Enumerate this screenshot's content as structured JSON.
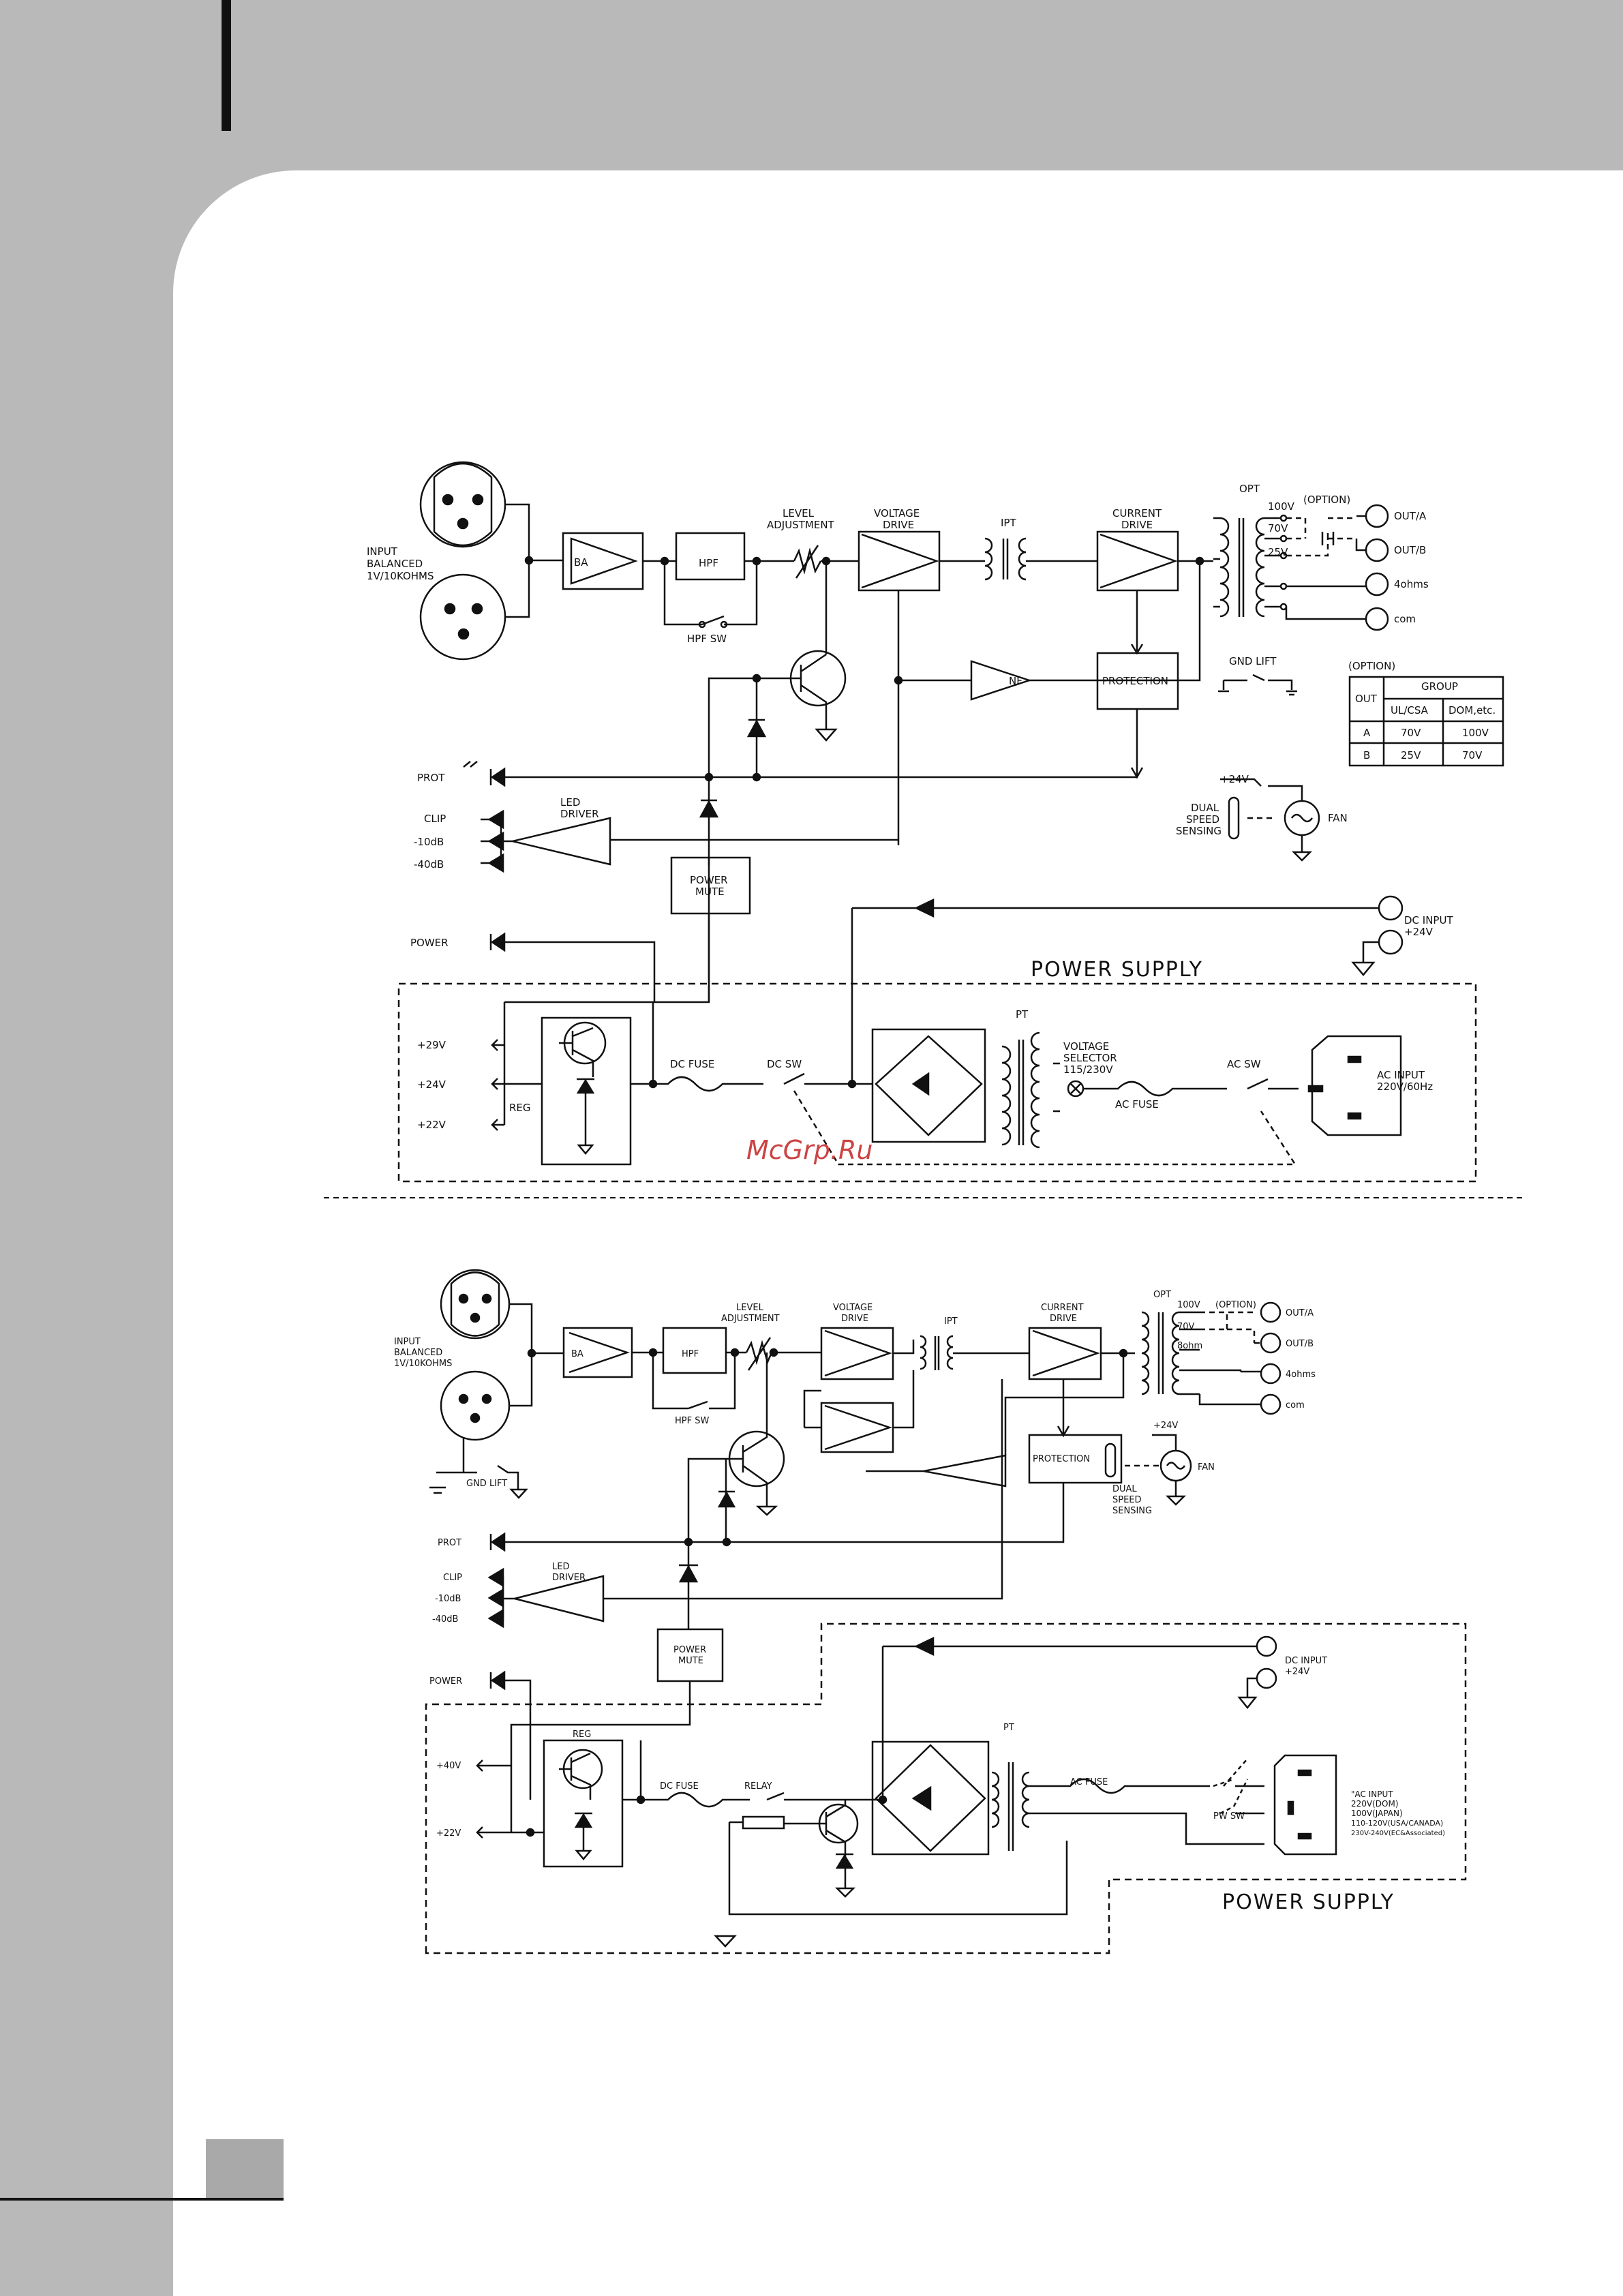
{
  "watermark": "McGrp.Ru",
  "top": {
    "input_label": [
      "INPUT",
      "BALANCED",
      "1V/10KOHMS"
    ],
    "ba": "BA",
    "hpf": "HPF",
    "hpf_sw": "HPF SW",
    "level_adj": [
      "LEVEL",
      "ADJUSTMENT"
    ],
    "voltage_drive": [
      "VOLTAGE",
      "DRIVE"
    ],
    "ipt": "IPT",
    "current_drive": [
      "CURRENT",
      "DRIVE"
    ],
    "opt": "OPT",
    "option": "(OPTION)",
    "taps": [
      "100V",
      "70V",
      "25V"
    ],
    "outputs": [
      "OUT/A",
      "OUT/B",
      "4ohms",
      "com"
    ],
    "nf": "NF",
    "protection": "PROTECTION",
    "gnd_lift": "GND LIFT",
    "option_table": {
      "caption": "(OPTION)",
      "out_header": "OUT",
      "group_header": "GROUP",
      "columns": [
        "UL/CSA",
        "DOM,etc."
      ],
      "rows": [
        [
          "A",
          "70V",
          "100V"
        ],
        [
          "B",
          "25V",
          "70V"
        ]
      ]
    },
    "prot": "PROT",
    "clip": "CLIP",
    "m10": "-10dB",
    "m40": "-40dB",
    "led_driver": [
      "LED",
      "DRIVER"
    ],
    "power_mute": [
      "POWER",
      "MUTE"
    ],
    "power": "POWER",
    "plus24": "+24V",
    "dual_speed": [
      "DUAL",
      "SPEED",
      "SENSING"
    ],
    "fan": "FAN",
    "dc_input": [
      "DC INPUT",
      "+24V"
    ],
    "power_supply": "POWER SUPPLY",
    "rails": [
      "+29V",
      "+24V",
      "+22V"
    ],
    "reg": "REG",
    "dc_fuse": "DC FUSE",
    "dc_sw": "DC SW",
    "pt": "PT",
    "volt_sel": [
      "VOLTAGE",
      "SELECTOR",
      "115/230V"
    ],
    "ac_fuse": "AC FUSE",
    "ac_sw": "AC SW",
    "ac_input": [
      "AC INPUT",
      "220V/60Hz"
    ]
  },
  "bottom": {
    "input_label": [
      "INPUT",
      "BALANCED",
      "1V/10KOHMS"
    ],
    "ba": "BA",
    "hpf": "HPF",
    "hpf_sw": "HPF SW",
    "level_adj": [
      "LEVEL",
      "ADJUSTMENT"
    ],
    "voltage_drive": [
      "VOLTAGE",
      "DRIVE"
    ],
    "ipt": "IPT",
    "current_drive": [
      "CURRENT",
      "DRIVE"
    ],
    "opt": "OPT",
    "option": "(OPTION)",
    "taps": [
      "100V",
      "70V",
      "8ohm"
    ],
    "outputs": [
      "OUT/A",
      "OUT/B",
      "4ohms",
      "com"
    ],
    "protection": "PROTECTION",
    "plus24": "+24V",
    "fan": "FAN",
    "dual_speed": [
      "DUAL",
      "SPEED",
      "SENSING"
    ],
    "gnd_lift": "GND LIFT",
    "prot": "PROT",
    "clip": "CLIP",
    "m10": "-10dB",
    "m40": "-40dB",
    "led_driver": [
      "LED",
      "DRIVER"
    ],
    "power_mute": [
      "POWER",
      "MUTE"
    ],
    "power": "POWER",
    "dc_input": [
      "DC INPUT",
      "+24V"
    ],
    "rails": [
      "+40V",
      "+22V"
    ],
    "reg": "REG",
    "dc_fuse": "DC FUSE",
    "relay": "RELAY",
    "pt": "PT",
    "ac_fuse": "AC FUSE",
    "pw_sw": "PW SW",
    "ac_input": [
      "\"AC INPUT",
      "220V(DOM)",
      "100V(JAPAN)",
      "110-120V(USA/CANADA)",
      "230V-240V(EC&Associated)"
    ],
    "power_supply": "POWER SUPPLY"
  }
}
